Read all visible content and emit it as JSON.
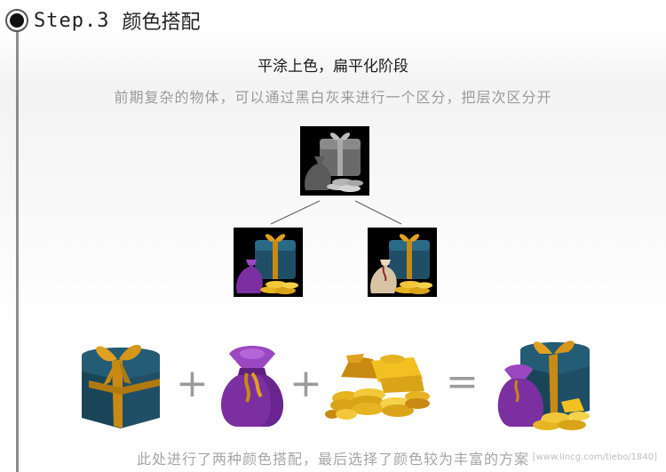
{
  "header": {
    "step_label": "Step.3",
    "title": "颜色搭配"
  },
  "subtitle": "平涂上色，扁平化阶段",
  "description": "前期复杂的物体，可以通过黑白灰来进行一个区分，把层次区分开",
  "operators": {
    "plus": "+",
    "equals": "="
  },
  "caption": "此处进行了两种颜色搭配，最后选择了颜色较为丰富的方案",
  "watermark": "[www.lincg.com/tiebo/1840]",
  "colors": {
    "chest_teal": "#1f4f66",
    "ribbon_gold": "#c88a12",
    "bag_purple": "#7b2fa0",
    "bag_beige": "#d8c3a5",
    "coin_gold": "#e6b422"
  }
}
